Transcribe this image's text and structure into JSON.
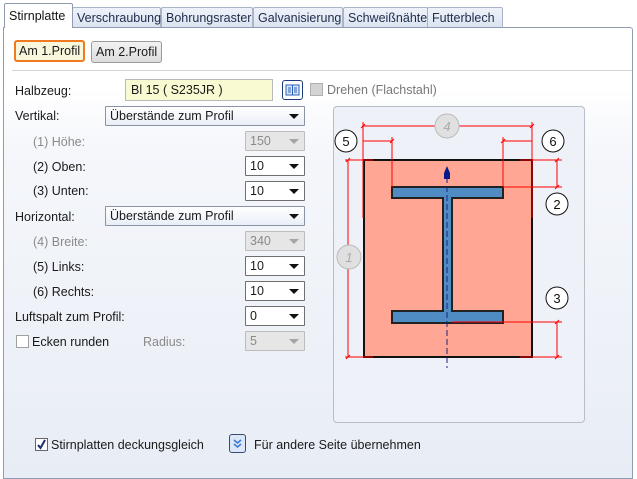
{
  "tabs": [
    "Stirnplatte",
    "Verschraubung",
    "Bohrungsraster",
    "Galvanisierung",
    "Schweißnähte",
    "Futterblech"
  ],
  "profile_buttons": [
    "Am 1.Profil",
    "Am 2.Profil"
  ],
  "halbzeug": {
    "label": "Halbzeug:",
    "value": "Bl 15  ( S235JR )",
    "rotate_label": "Drehen (Flachstahl)"
  },
  "vertical": {
    "label": "Vertikal:",
    "mode": "Überstände zum Profil",
    "hoehe": {
      "label": "(1) Höhe:",
      "value": "150"
    },
    "oben": {
      "label": "(2) Oben:",
      "value": "10"
    },
    "unten": {
      "label": "(3) Unten:",
      "value": "10"
    }
  },
  "horizontal": {
    "label": "Horizontal:",
    "mode": "Überstände zum Profil",
    "breite": {
      "label": "(4) Breite:",
      "value": "340"
    },
    "links": {
      "label": "(5) Links:",
      "value": "10"
    },
    "rechts": {
      "label": "(6) Rechts:",
      "value": "10"
    }
  },
  "luftspalt": {
    "label": "Luftspalt zum Profil:",
    "value": "0"
  },
  "ecken": {
    "label": "Ecken runden",
    "radius_label": "Radius:",
    "radius_value": "5"
  },
  "bottom": {
    "deckungsgleich": "Stirnplatten deckungsgleich",
    "uebernehmen": "Für andere Seite übernehmen"
  },
  "diagram": {
    "markers": [
      "1",
      "2",
      "3",
      "4",
      "5",
      "6"
    ],
    "plate_color": "#ffa794",
    "profile_color": "#4f8cc4",
    "dim_color": "#ff0000"
  }
}
